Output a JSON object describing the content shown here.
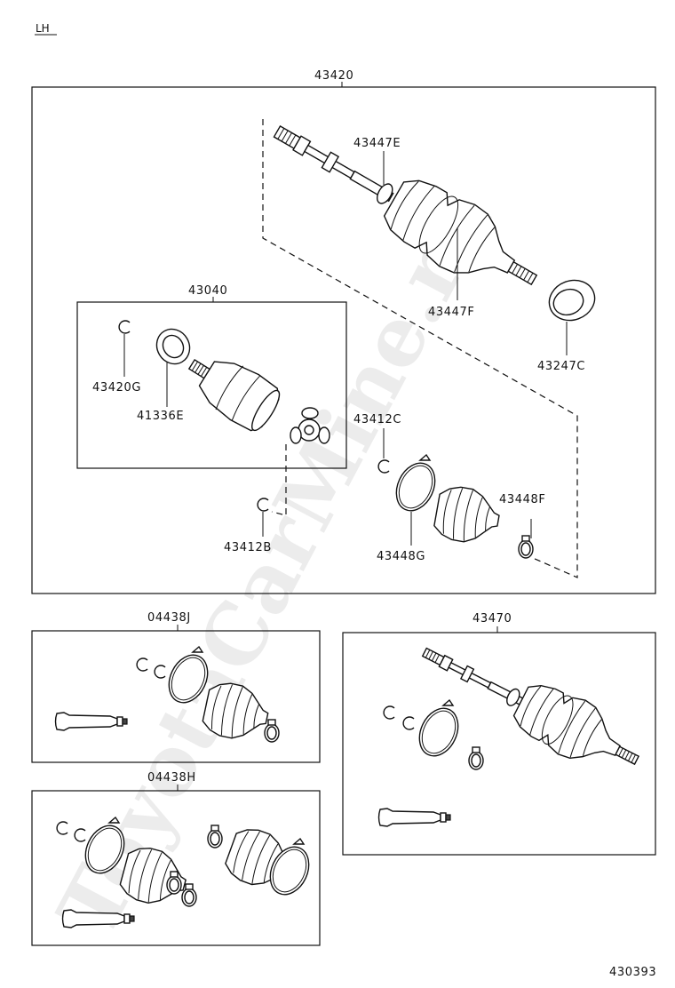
{
  "side_label": "LH",
  "watermark": "ToyotaCarMine.ru",
  "diagram_id": "430393",
  "groups": {
    "main_assembly": "43420",
    "inboard_joint": "43040",
    "boot_kit_a": "04438J",
    "boot_kit_b": "04438H",
    "shaft_assembly_b": "43470"
  },
  "parts": {
    "p43447E": "43447E",
    "p43447F": "43447F",
    "p43247C": "43247C",
    "p43420G": "43420G",
    "p41336E": "41336E",
    "p43412C": "43412C",
    "p43448F": "43448F",
    "p43412B": "43412B",
    "p43448G": "43448G"
  }
}
